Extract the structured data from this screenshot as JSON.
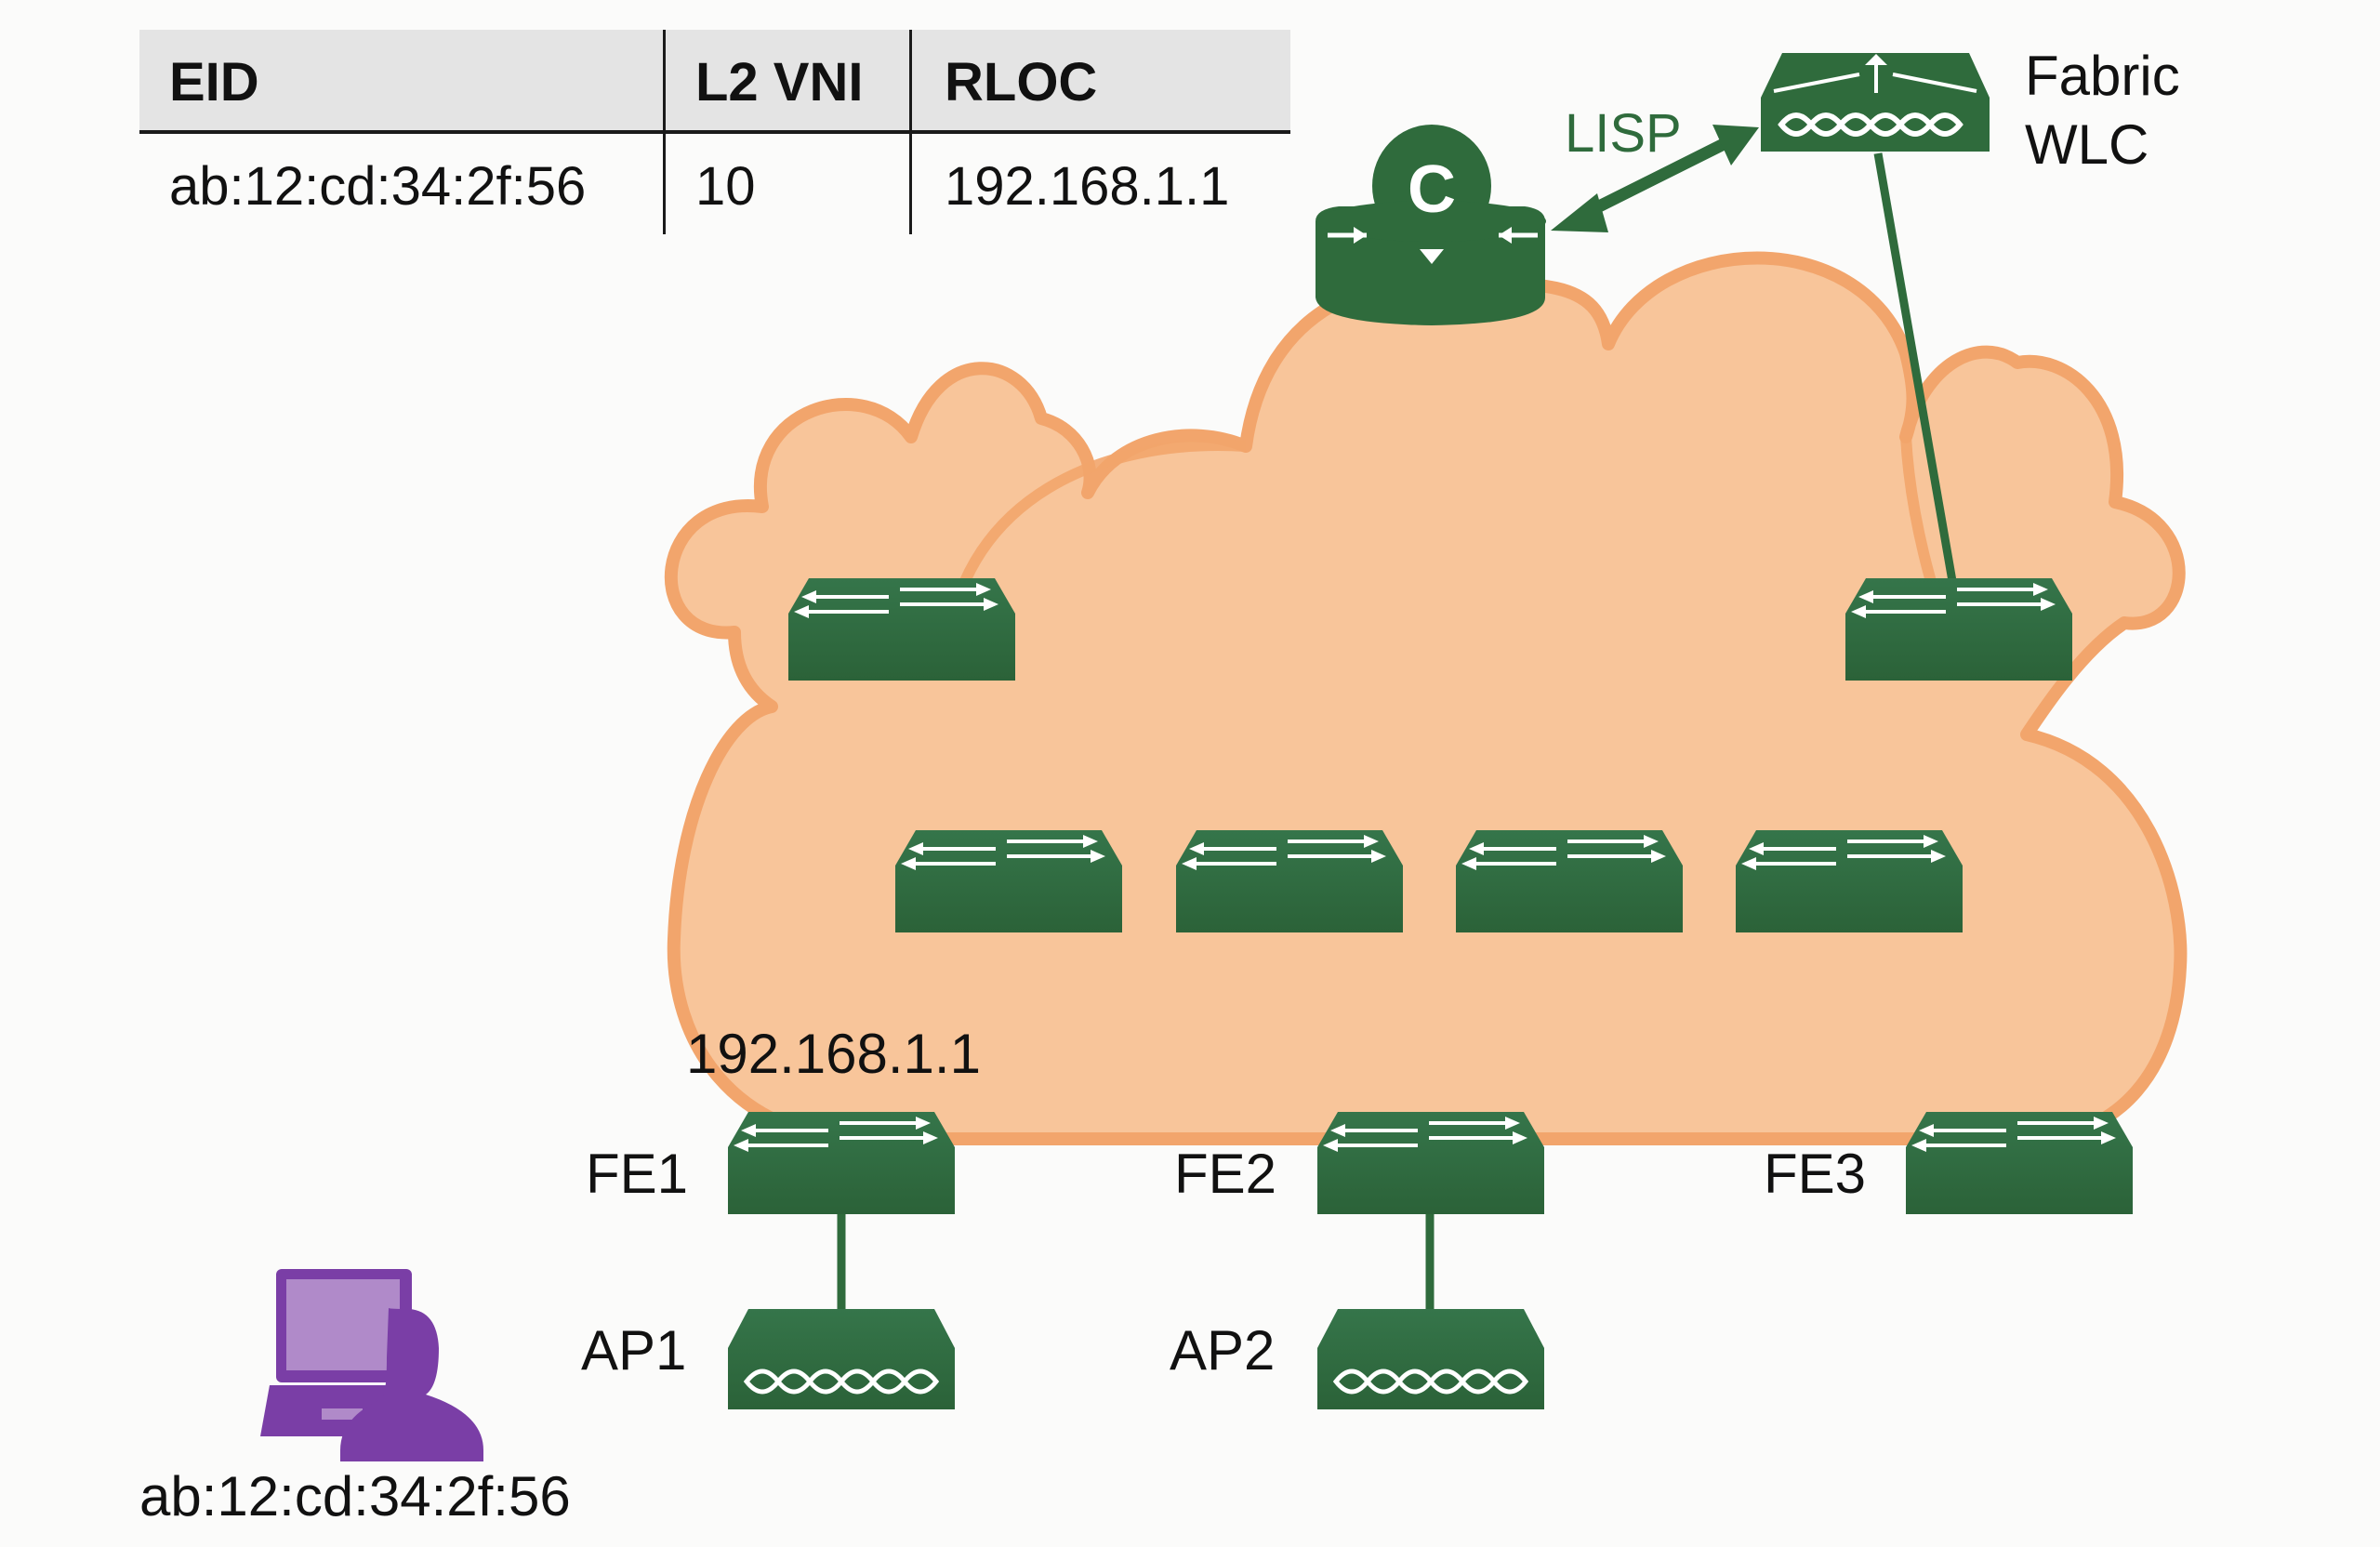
{
  "mapping_table": {
    "columns": [
      "EID",
      "L2 VNI",
      "RLOC"
    ],
    "rows": [
      [
        "ab:12:cd:34:2f:56",
        "10",
        "192.168.1.1"
      ]
    ]
  },
  "control_plane": {
    "icon": "control-plane-router-icon",
    "letter": "C"
  },
  "lisp_link": {
    "label": "LISP"
  },
  "wlc": {
    "label_line1": "Fabric",
    "label_line2": "WLC"
  },
  "fabric": {
    "border_nodes": [
      "border-node-left",
      "border-node-right"
    ],
    "intermediate_nodes": [
      "intermediate-1",
      "intermediate-2",
      "intermediate-3",
      "intermediate-4"
    ],
    "fe1_ip": "192.168.1.1",
    "edge_nodes": [
      {
        "label": "FE1"
      },
      {
        "label": "FE2"
      },
      {
        "label": "FE3"
      }
    ]
  },
  "access_points": [
    {
      "label": "AP1"
    },
    {
      "label": "AP2"
    }
  ],
  "endpoint": {
    "mac": "ab:12:cd:34:2f:56"
  },
  "colors": {
    "device_green": "#2f6b3c",
    "cloud_fill": "#f8c59a",
    "cloud_outline": "#f2a56c",
    "user_purple": "#7a3ea6",
    "lisp_text": "#2f6b3c"
  }
}
